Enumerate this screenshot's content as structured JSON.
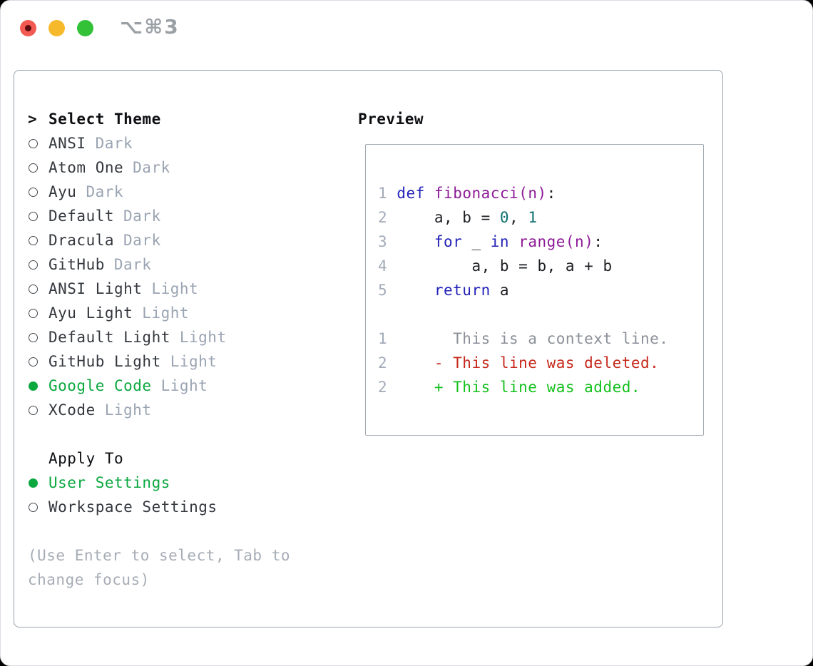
{
  "window": {
    "title": "⌥⌘3"
  },
  "titlebar": {
    "close_color": "#f25a52",
    "close_dot_color": "#5d0b0e",
    "minimize_color": "#f7b92c",
    "zoom_color": "#33c138",
    "title_color": "#9aa0a6"
  },
  "theme_list": {
    "header_marker": ">",
    "header": "Select Theme",
    "items": [
      {
        "name": "ANSI",
        "variant": "Dark",
        "selected": false
      },
      {
        "name": "Atom One",
        "variant": "Dark",
        "selected": false
      },
      {
        "name": "Ayu",
        "variant": "Dark",
        "selected": false
      },
      {
        "name": "Default",
        "variant": "Dark",
        "selected": false
      },
      {
        "name": "Dracula",
        "variant": "Dark",
        "selected": false
      },
      {
        "name": "GitHub",
        "variant": "Dark",
        "selected": false
      },
      {
        "name": "ANSI Light",
        "variant": "Light",
        "selected": false
      },
      {
        "name": "Ayu Light",
        "variant": "Light",
        "selected": false
      },
      {
        "name": "Default Light",
        "variant": "Light",
        "selected": false
      },
      {
        "name": "GitHub Light",
        "variant": "Light",
        "selected": false
      },
      {
        "name": "Google Code",
        "variant": "Light",
        "selected": true
      },
      {
        "name": "XCode",
        "variant": "Light",
        "selected": false
      }
    ]
  },
  "apply_to": {
    "header": "Apply To",
    "items": [
      {
        "name": "User Settings",
        "selected": true
      },
      {
        "name": "Workspace Settings",
        "selected": false
      }
    ]
  },
  "help_lines": [
    "(Use Enter to select, Tab to",
    "change focus)"
  ],
  "preview": {
    "title": "Preview",
    "lines": [
      {
        "num": "1",
        "tokens": [
          {
            "c": "pln",
            "t": " "
          },
          {
            "c": "kwd",
            "t": "def"
          },
          {
            "c": "pln",
            "t": " "
          },
          {
            "c": "typ",
            "t": "fibonacci(n)"
          },
          {
            "c": "pln",
            "t": ":"
          }
        ]
      },
      {
        "num": "2",
        "tokens": [
          {
            "c": "pln",
            "t": "     a, b = "
          },
          {
            "c": "lit",
            "t": "0"
          },
          {
            "c": "pln",
            "t": ", "
          },
          {
            "c": "lit",
            "t": "1"
          }
        ]
      },
      {
        "num": "3",
        "tokens": [
          {
            "c": "pln",
            "t": "     "
          },
          {
            "c": "kwd",
            "t": "for"
          },
          {
            "c": "pln",
            "t": " _ "
          },
          {
            "c": "kwd",
            "t": "in"
          },
          {
            "c": "pln",
            "t": " "
          },
          {
            "c": "typ",
            "t": "range(n)"
          },
          {
            "c": "pln",
            "t": ":"
          }
        ]
      },
      {
        "num": "4",
        "tokens": [
          {
            "c": "pln",
            "t": "         a, b = b, a + b"
          }
        ]
      },
      {
        "num": "5",
        "tokens": [
          {
            "c": "pln",
            "t": "     "
          },
          {
            "c": "kwd",
            "t": "return"
          },
          {
            "c": "pln",
            "t": " a"
          }
        ]
      },
      {
        "num": "",
        "tokens": []
      },
      {
        "num": "1",
        "tokens": [
          {
            "c": "ctx",
            "t": "       This is a context line."
          }
        ]
      },
      {
        "num": "2",
        "tokens": [
          {
            "c": "del",
            "t": "     - This line was deleted."
          }
        ]
      },
      {
        "num": "2",
        "tokens": [
          {
            "c": "add",
            "t": "     + This line was added."
          }
        ]
      }
    ]
  },
  "colors": {
    "kwd": "#2323b8",
    "typ": "#8d1a97",
    "lit": "#0e6f6f",
    "pln": "#1d1f23",
    "num": "#a3abb8",
    "ctx": "#8b9098",
    "del": "#c5281b",
    "add": "#14c11d",
    "selected_green": "#0aa83f",
    "item_text": "#34383e",
    "variant_text": "#9aa4b2",
    "header_text": "#0d0f12",
    "help_text": "#a6adb6",
    "radio_ring": "#43484e"
  }
}
